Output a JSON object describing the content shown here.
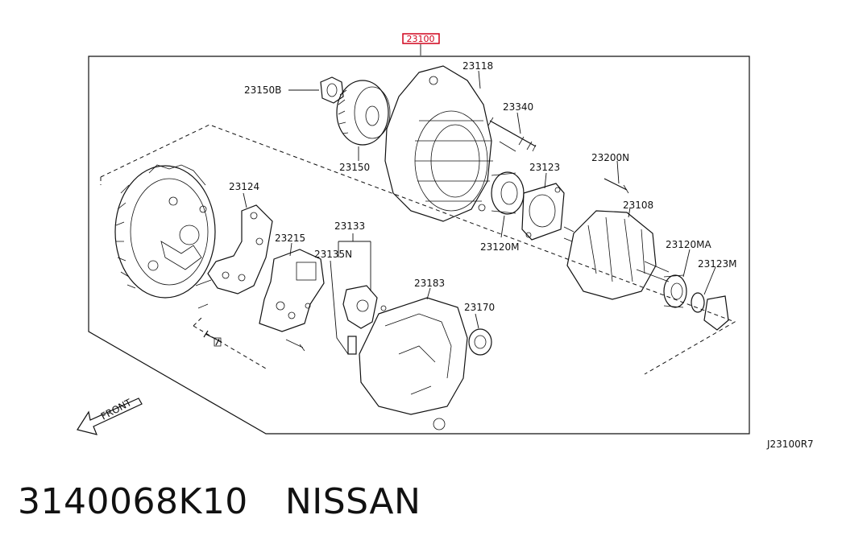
{
  "diagram": {
    "assembly_code": "23100",
    "figure_code": "J23100R7",
    "front_label": "FRONT",
    "callouts": {
      "c23150B": "23150B",
      "c23150": "23150",
      "c23118": "23118",
      "c23340": "23340",
      "c23124": "23124",
      "c23215": "23215",
      "c23133": "23133",
      "c23135N": "23135N",
      "c23183": "23183",
      "c23170": "23170",
      "c23123": "23123",
      "c23120M": "23120M",
      "c23200N": "23200N",
      "c23108": "23108",
      "c23120MA": "23120MA",
      "c23123M": "23123M"
    }
  },
  "caption": {
    "part_number": "3140068K10",
    "brand": "NISSAN"
  },
  "colors": {
    "highlight": "#d0021b",
    "line": "#111111"
  }
}
